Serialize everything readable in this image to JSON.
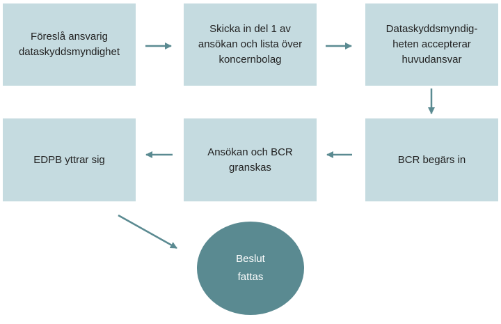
{
  "colors": {
    "box_fill": "#c5dbe0",
    "arrow": "#5a8a91",
    "circle_fill": "#5a8a91",
    "circle_text": "#ffffff"
  },
  "steps": {
    "step1": "Föreslå ansvarig\ndataskyddsmyndighet",
    "step2": "Skicka in del 1 av\nansökan och lista över\nkoncernbolag",
    "step3": "Dataskyddsmyndig-\nheten accepterar\nhuvudansvar",
    "step4": "BCR begärs in",
    "step5": "Ansökan och BCR\ngranskas",
    "step6": "EDPB yttrar sig",
    "final": "Beslut\nfattas"
  }
}
